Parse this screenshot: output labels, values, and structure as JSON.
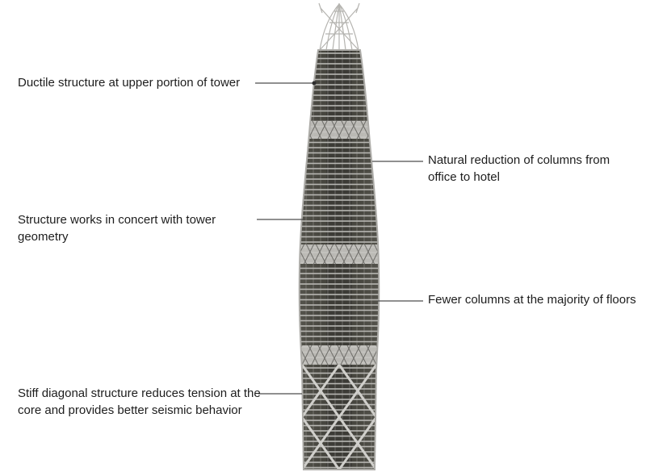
{
  "figure": {
    "type": "annotated structural diagram of a supertall tower",
    "colors": {
      "background": "#ffffff",
      "tower_dark": "#47463f",
      "tower_core": "#3c3b36",
      "frame_light": "#b7b6b2",
      "belt_band": "#c6c5c1",
      "diagrid": "#d0cfcb",
      "leader_line": "#4d4d4d",
      "label_text": "#1d1d1d"
    }
  },
  "annotations": {
    "left": [
      {
        "label": "Ductile structure at upper portion of tower"
      },
      {
        "label": "Structure works in concert with tower geometry"
      },
      {
        "label": "Stiff diagonal structure reduces tension at the core and provides better seismic behavior"
      }
    ],
    "right": [
      {
        "label": "Natural reduction of columns from office to hotel"
      },
      {
        "label": "Fewer columns at the majority of floors"
      }
    ]
  }
}
